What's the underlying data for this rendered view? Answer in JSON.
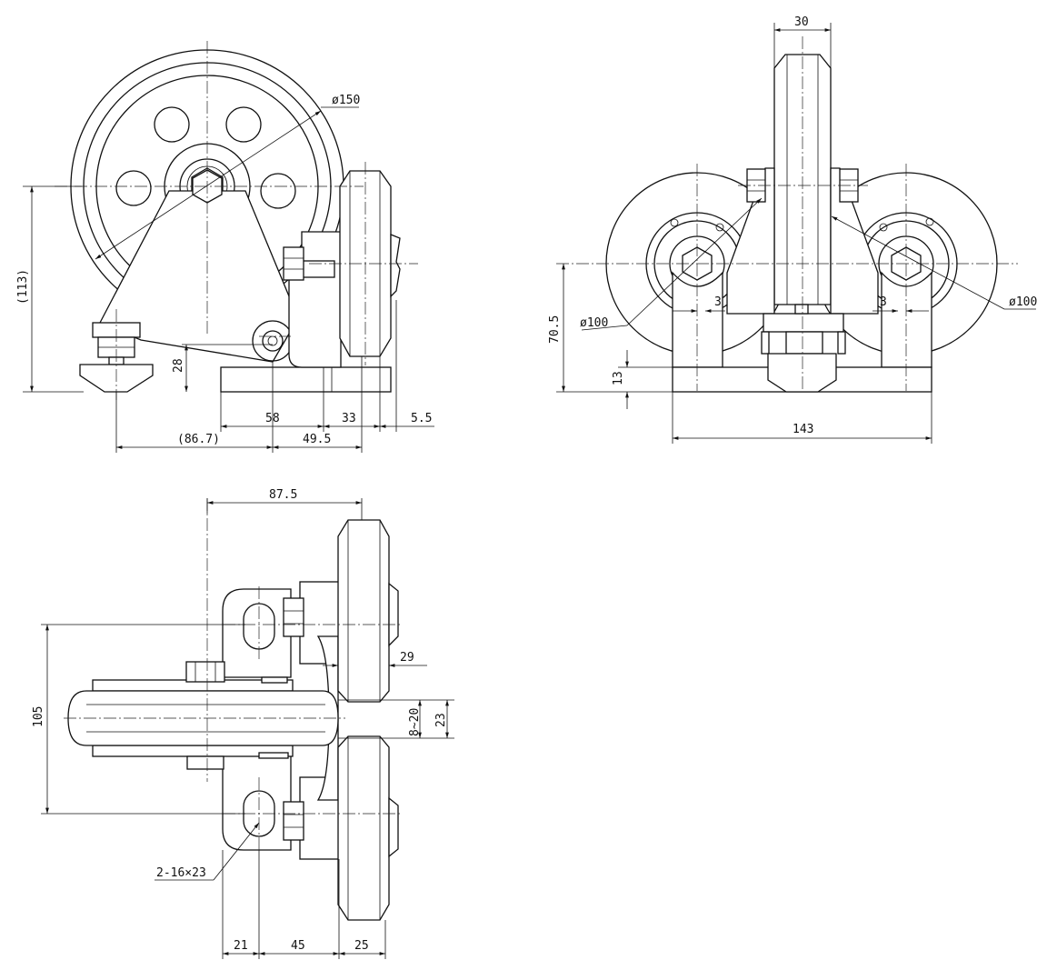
{
  "drawing": {
    "dimensions": {
      "front_dia": "ø150",
      "front_height": "(113)",
      "front_28": "28",
      "front_58": "58",
      "front_33": "33",
      "front_5_5": "5.5",
      "front_86_7": "(86.7)",
      "front_49_5": "49.5",
      "side_30": "30",
      "side_70_5": "70.5",
      "side_13": "13",
      "side_143": "143",
      "side_dia_left": "ø100",
      "side_dia_right": "ø100",
      "side_3_left": "3",
      "side_3_right": "3",
      "top_87_5": "87.5",
      "top_105": "105",
      "top_29": "29",
      "top_8_20": "8~20",
      "top_23": "23",
      "top_holes": "2-16×23",
      "top_21": "21",
      "top_45": "45",
      "top_25": "25"
    }
  }
}
